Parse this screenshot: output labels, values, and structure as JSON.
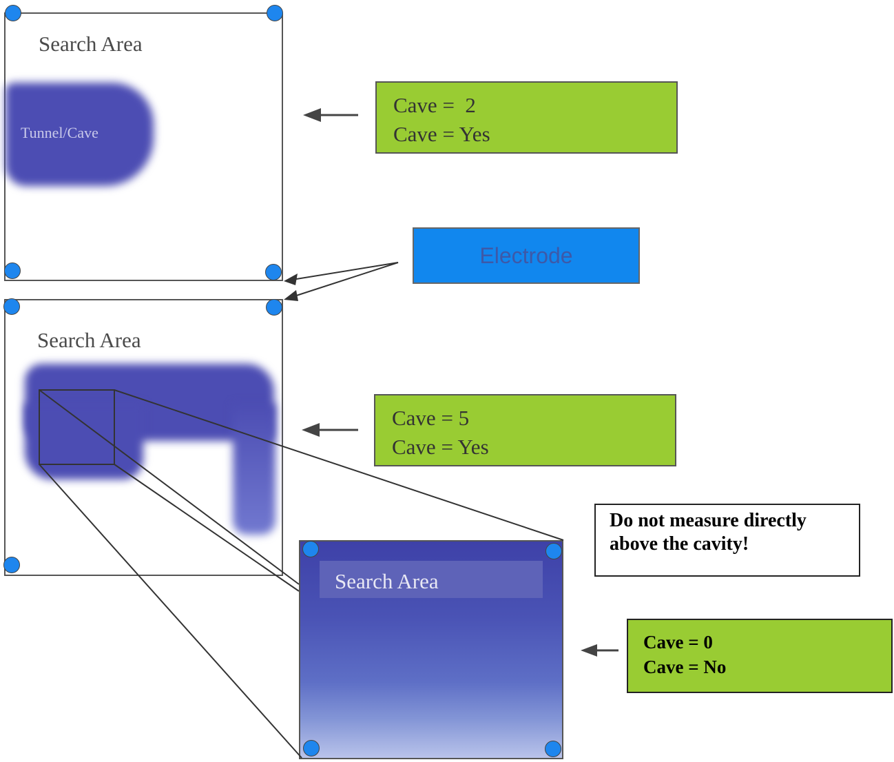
{
  "panels": {
    "top": {
      "title": "Search Area",
      "cave_label": "Tunnel/Cave"
    },
    "middle": {
      "title": "Search Area"
    },
    "zoom": {
      "title": "Search Area"
    }
  },
  "readouts": {
    "top": {
      "line1": "Cave =  2",
      "line2": "Cave = Yes"
    },
    "middle": {
      "line1": "Cave = 5",
      "line2": "Cave = Yes"
    },
    "bottom": {
      "line1": "Cave = 0",
      "line2": "Cave = No"
    }
  },
  "electrode_label": "Electrode",
  "note": {
    "line1": "Do not measure directly",
    "line2": "above the cavity!"
  },
  "colors": {
    "green": "#99cc33",
    "electrode_blue": "#1187ee",
    "cave_blue": "#4c4db3"
  },
  "icons": [
    "electrode-dot-icon",
    "arrow-left-icon"
  ]
}
